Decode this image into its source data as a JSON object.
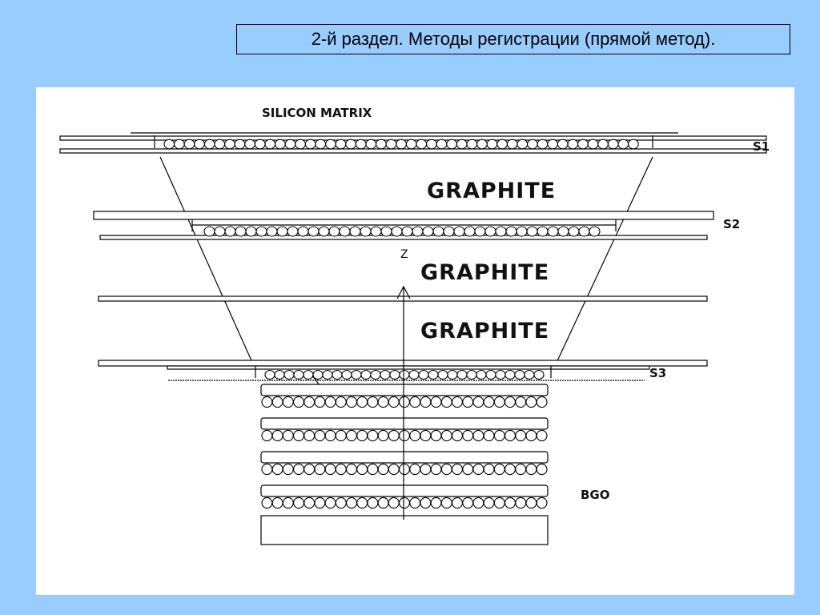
{
  "slide": {
    "title": "2-й раздел. Методы регистрации (прямой метод)."
  },
  "diagram": {
    "silicon_matrix": "SILICON MATRIX",
    "graphite_1": "GRAPHITE",
    "graphite_2": "GRAPHITE",
    "graphite_3": "GRAPHITE",
    "s1": "S1",
    "s2": "S2",
    "s3": "S3",
    "z_axis": "Z",
    "bgo": "BGO"
  },
  "colors": {
    "background": "#99ccff",
    "panel": "#ffffff",
    "ink": "#000000"
  }
}
